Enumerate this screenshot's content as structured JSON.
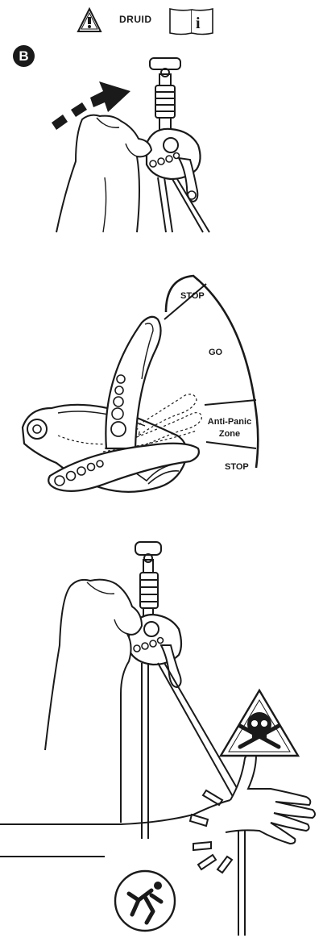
{
  "header": {
    "warning_icon": "warning-triangle-icon",
    "product_name": "DRUID",
    "manual_icon": "info-book-icon"
  },
  "step_badge": {
    "letter": "B"
  },
  "zone_diagram": {
    "stop_top": "STOP",
    "go": "GO",
    "anti_panic_line1": "Anti-Panic",
    "anti_panic_line2": "Zone",
    "stop_bottom": "STOP"
  },
  "hazard_icons": [
    "skull-crossbones-warning-icon",
    "falling-person-icon"
  ]
}
